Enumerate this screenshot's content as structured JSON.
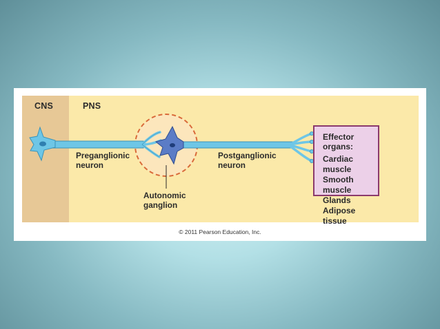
{
  "regions": {
    "cns": "CNS",
    "pns": "PNS"
  },
  "labels": {
    "preganglionic": "Preganglionic\nneuron",
    "postganglionic": "Postganglionic\nneuron",
    "ganglion": "Autonomic\nganglion"
  },
  "effectors": {
    "title": "Effector organs:",
    "items": [
      "Cardiac muscle",
      "Smooth muscle",
      "Glands",
      "Adipose tissue"
    ]
  },
  "copyright": "© 2011 Pearson Education, Inc.",
  "colors": {
    "background_center": "#d4f1f4",
    "background_edge": "#5f8f99",
    "pns_panel": "#fbe9a9",
    "cns_band": "#e7c896",
    "preganglionic_neuron": "#6ec6e6",
    "postganglionic_neuron": "#5b7cc6",
    "ganglion_circle": "#fce6bc",
    "ganglion_border": "#d96a3a",
    "effector_box": "#ecd0e8",
    "effector_border": "#8a3a6c"
  }
}
